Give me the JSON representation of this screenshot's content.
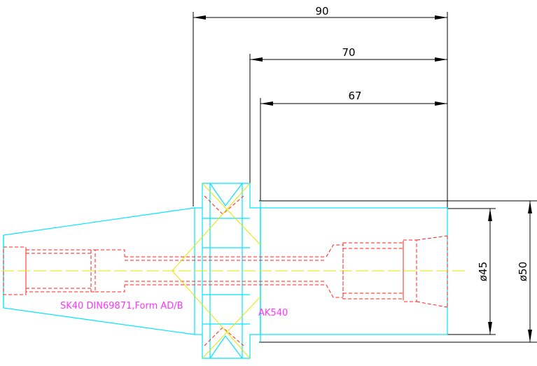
{
  "dimensions": {
    "length_90": "90",
    "length_70": "70",
    "length_67": "67",
    "diameter_45": "ø45",
    "diameter_50": "ø50"
  },
  "annotations": {
    "taper_spec": "SK40 DIN69871,Form AD/B",
    "holder_code": "AK540"
  },
  "colors": {
    "outline": "#00e5ff",
    "hidden": "#ff2020",
    "centerline": "#e6e600",
    "dimension": "#000000",
    "annotation": "#ff33ff"
  }
}
